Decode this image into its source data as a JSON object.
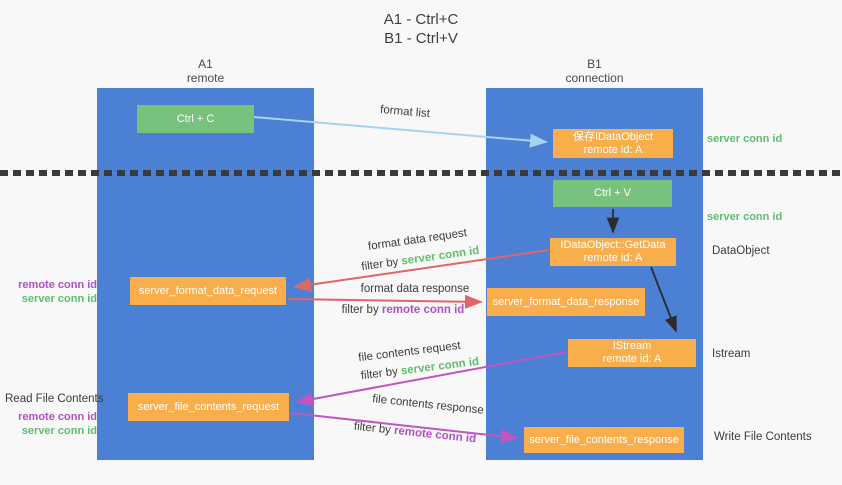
{
  "title": {
    "line1": "A1 - Ctrl+C",
    "line2": "B1 - Ctrl+V"
  },
  "columns": {
    "left": {
      "header_line1": "A1",
      "header_line2": "remote"
    },
    "right": {
      "header_line1": "B1",
      "header_line2": "connection"
    }
  },
  "boxes": {
    "ctrl_c": "Ctrl + C",
    "ctrl_v": "Ctrl + V",
    "save_dataobject": {
      "line1": "保存IDataObject",
      "line2": "remote id: A"
    },
    "getdata": {
      "line1": "IDataObject::GetData",
      "line2": "remote id: A"
    },
    "format_request": "server_format_data_request",
    "format_response": "server_format_data_response",
    "istream": {
      "line1": "IStream",
      "line2": "remote id: A"
    },
    "file_request": "server_file_contents_request",
    "file_response": "server_file_contents_response"
  },
  "arrow_labels": {
    "format_list": "format list",
    "format_data_request": "format data request",
    "filter_by": "filter by ",
    "server_conn_id": "server conn id",
    "remote_conn_id": "remote conn id",
    "format_data_response": "format data response",
    "file_contents_request": "file contents request",
    "file_contents_response": "file contents response"
  },
  "side_labels": {
    "right_server_conn_id_1": "server conn id",
    "right_server_conn_id_2": "server conn id",
    "dataobject": "DataObject",
    "istream": "Istream",
    "write_file_contents": "Write File Contents",
    "left_remote_conn_id_1": "remote conn id",
    "left_server_conn_id_1": "server conn id",
    "read_file_contents": "Read File Contents",
    "left_remote_conn_id_2": "remote conn id",
    "left_server_conn_id_2": "server conn id"
  },
  "colors": {
    "lane_blue": "#4b80d5",
    "box_green": "#79c27e",
    "box_orange": "#f9ae4c",
    "arrow_salmon": "#e06666",
    "arrow_magenta": "#c155c1",
    "arrow_lightblue": "#a5d3f0",
    "arrow_black": "#2b2b2b",
    "text_green": "#5cbe6e",
    "text_purple": "#b04fc8"
  }
}
